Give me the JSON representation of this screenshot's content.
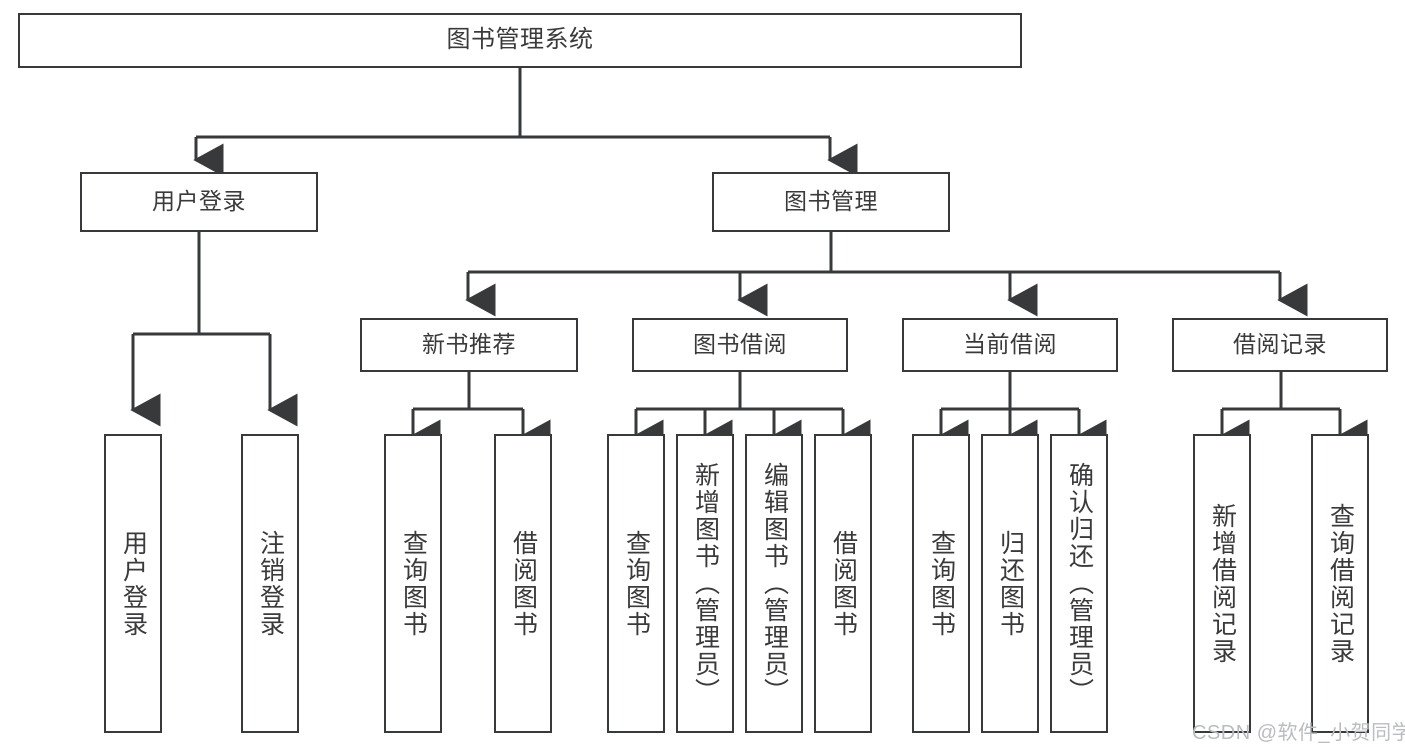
{
  "diagram": {
    "type": "tree-hierarchy-chart",
    "title": "图书管理系统",
    "colors": {
      "box_border": "#37393b",
      "box_fill": "#ffffff",
      "connector": "#37393b",
      "text": "#3a3a3c",
      "watermark": "#b9bcc0",
      "background": "#ffffff"
    },
    "root": {
      "label": "图书管理系统"
    },
    "level2": [
      {
        "id": "user-login",
        "label": "用户登录"
      },
      {
        "id": "book-management",
        "label": "图书管理"
      }
    ],
    "level3": [
      {
        "id": "new-book-recommend",
        "label": "新书推荐"
      },
      {
        "id": "book-borrow",
        "label": "图书借阅"
      },
      {
        "id": "current-borrow",
        "label": "当前借阅"
      },
      {
        "id": "borrow-record",
        "label": "借阅记录"
      }
    ],
    "leaves": {
      "user_login": [
        {
          "id": "leaf-user-login",
          "label": "用户登录"
        },
        {
          "id": "leaf-logout-login",
          "label": "注销登录"
        }
      ],
      "new_book_recommend": [
        {
          "id": "leaf-query-book-1",
          "label": "查询图书"
        },
        {
          "id": "leaf-borrow-book-1",
          "label": "借阅图书"
        }
      ],
      "book_borrow": [
        {
          "id": "leaf-query-book-2",
          "label": "查询图书"
        },
        {
          "id": "leaf-add-book",
          "label": "新增图书（管理员）"
        },
        {
          "id": "leaf-edit-book",
          "label": "编辑图书（管理员）"
        },
        {
          "id": "leaf-borrow-book-2",
          "label": "借阅图书"
        }
      ],
      "current_borrow": [
        {
          "id": "leaf-query-book-3",
          "label": "查询图书"
        },
        {
          "id": "leaf-return-book",
          "label": "归还图书"
        },
        {
          "id": "leaf-confirm-return",
          "label": "确认归还（管理员）"
        }
      ],
      "borrow_record": [
        {
          "id": "leaf-add-record",
          "label": "新增借阅记录"
        },
        {
          "id": "leaf-query-record",
          "label": "查询借阅记录"
        }
      ]
    },
    "watermark": "CSDN @软件_小贺同学"
  }
}
